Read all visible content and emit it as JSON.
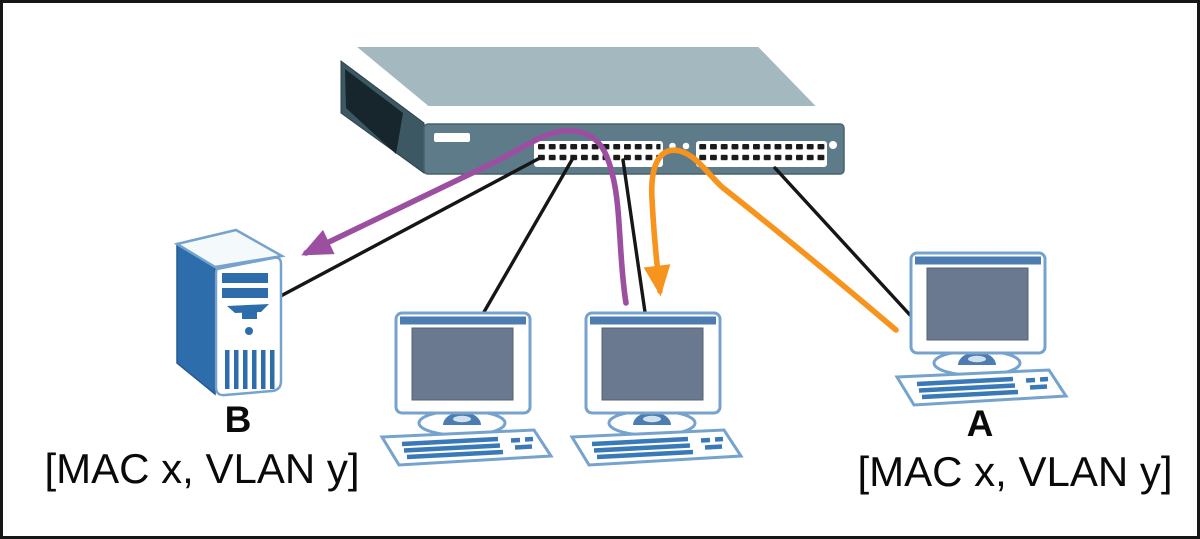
{
  "stations": {
    "b": {
      "name": "B",
      "tag": "[MAC x, VLAN y]"
    },
    "a": {
      "name": "A",
      "tag": "[MAC x, VLAN y]"
    }
  },
  "icons": {
    "switch": "network-switch-icon",
    "server": "tower-server-icon",
    "desktop": "desktop-pc-icon"
  },
  "flows": {
    "purple_arrow": {
      "from": "pc-middle-right",
      "via": "switch",
      "to": "station-b",
      "color": "#9c4fa0"
    },
    "orange_arrow": {
      "from": "station-a",
      "via": "switch",
      "to": "pc-middle-right",
      "color": "#f7941e"
    }
  },
  "colors": {
    "link_line": "#161616",
    "switch_top": "#a4b8c0",
    "switch_front": "#5e7b8a",
    "switch_side": "#3c5862",
    "switch_side_shadow": "#17262d",
    "port_black": "#1b1b1b",
    "device_blue": "#2e6dab",
    "device_outline": "#76a3cd",
    "monitor_accent": "#4c7cb0",
    "screen_gray": "#6a7990",
    "label_text": "#0a0a0a"
  }
}
